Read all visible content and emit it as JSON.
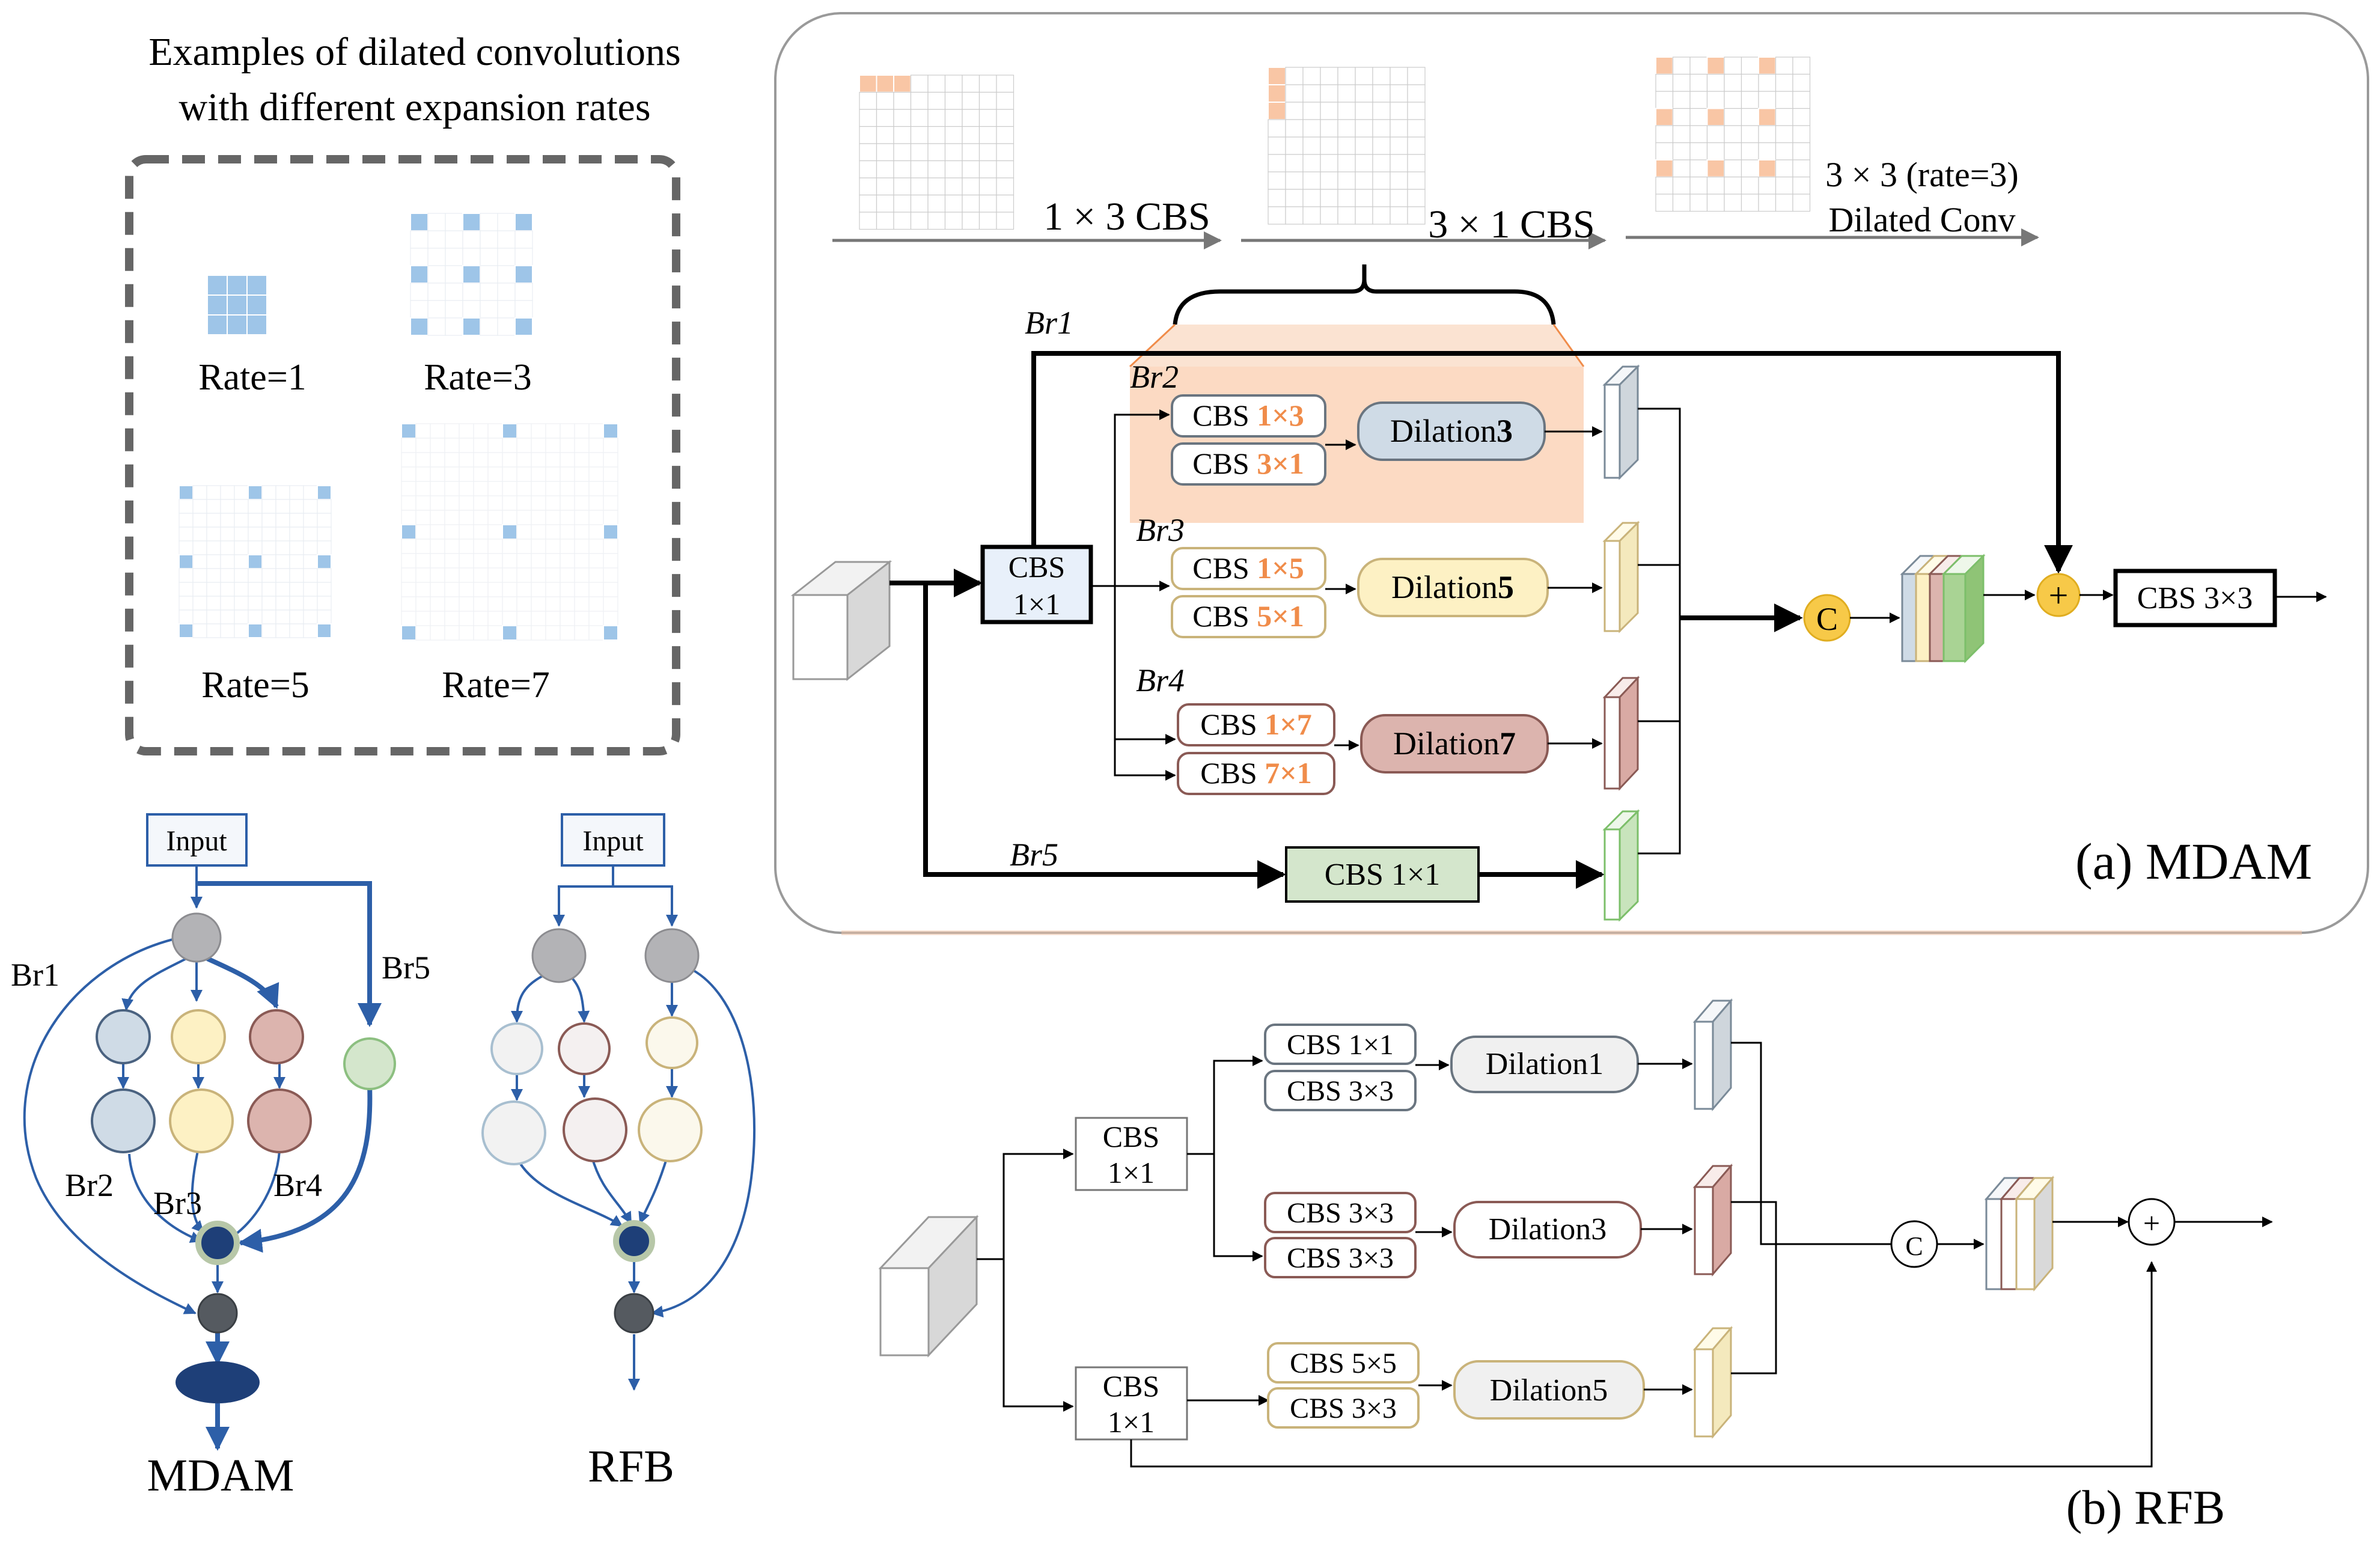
{
  "dilated_examples": {
    "title_line1": "Examples of dilated convolutions",
    "title_line2": "with different expansion rates",
    "rate1": "Rate=1",
    "rate3": "Rate=3",
    "rate5": "Rate=5",
    "rate7": "Rate=7"
  },
  "mdam_panel": {
    "caption": "(a) MDAM",
    "kernel_1x3": "1 × 3 CBS",
    "kernel_3x1": "3 × 1 CBS",
    "kernel_dilated_line1": "3 × 3 (rate=3)",
    "kernel_dilated_line2": "Dilated Conv",
    "br1": "Br1",
    "br2": "Br2",
    "br3": "Br3",
    "br4": "Br4",
    "br5": "Br5",
    "cbs_main_1": "CBS",
    "cbs_main_2": "1×1",
    "cbs_prefix": "CBS ",
    "br2_a": "1×3",
    "br2_b": "3×1",
    "br3_a": "1×5",
    "br3_b": "5×1",
    "br4_a": "1×7",
    "br4_b": "7×1",
    "dilation_word": "Dilation",
    "dil3": "3",
    "dil5": "5",
    "dil7": "7",
    "br5_cbs": "CBS 1×1",
    "concat": "C",
    "plus": "+",
    "out_cbs": "CBS 3×3"
  },
  "rfb_panel": {
    "caption": "(b) RFB",
    "cbs_a_1": "CBS",
    "cbs_a_2": "1×1",
    "cbs_b_1": "CBS",
    "cbs_b_2": "1×1",
    "b1_a": "CBS 1×1",
    "b1_b": "CBS 3×3",
    "b2_a": "CBS 3×3",
    "b2_b": "CBS 3×3",
    "b3_a": "CBS 5×5",
    "b3_b": "CBS 3×3",
    "dil1": "Dilation1",
    "dil3": "Dilation3",
    "dil5": "Dilation5",
    "concat": "C",
    "plus": "+"
  },
  "graph_mdam": {
    "input": "Input",
    "br1": "Br1",
    "br2": "Br2",
    "br3": "Br3",
    "br4": "Br4",
    "br5": "Br5",
    "label": "MDAM"
  },
  "graph_rfb": {
    "input": "Input",
    "label": "RFB"
  },
  "colors": {
    "orange": "#f08c4a",
    "blue_cell": "#9ec5e8",
    "dilation3": "#cfdbe6",
    "dilation5": "#fdf1c4",
    "dilation7": "#dcb4ae",
    "br5_green": "#d4e6cc",
    "node_blue": "#2d5fa8",
    "node_dark": "#1e3f78",
    "plus_yellow": "#f7c948"
  }
}
